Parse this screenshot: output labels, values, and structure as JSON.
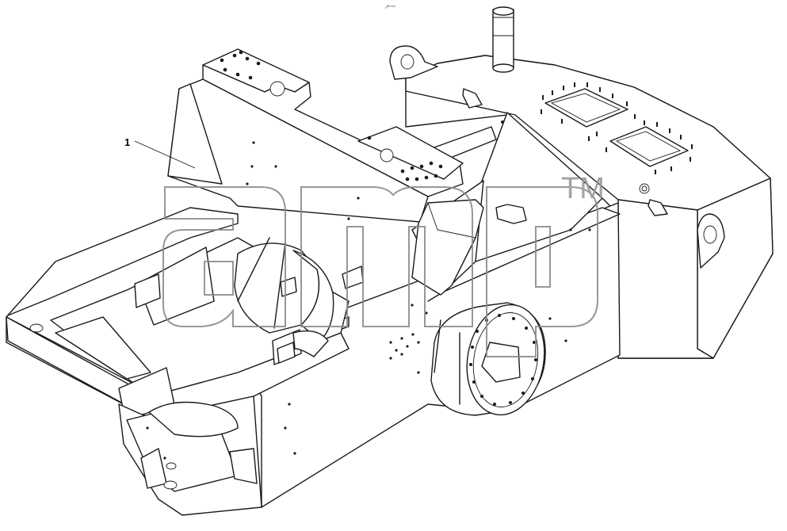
{
  "drawing": {
    "header_code": "ₐᴮᴮ ᵇᵇᵇ",
    "callout_number": "1"
  },
  "watermark": {
    "logo": "amp",
    "trademark": "TM"
  }
}
